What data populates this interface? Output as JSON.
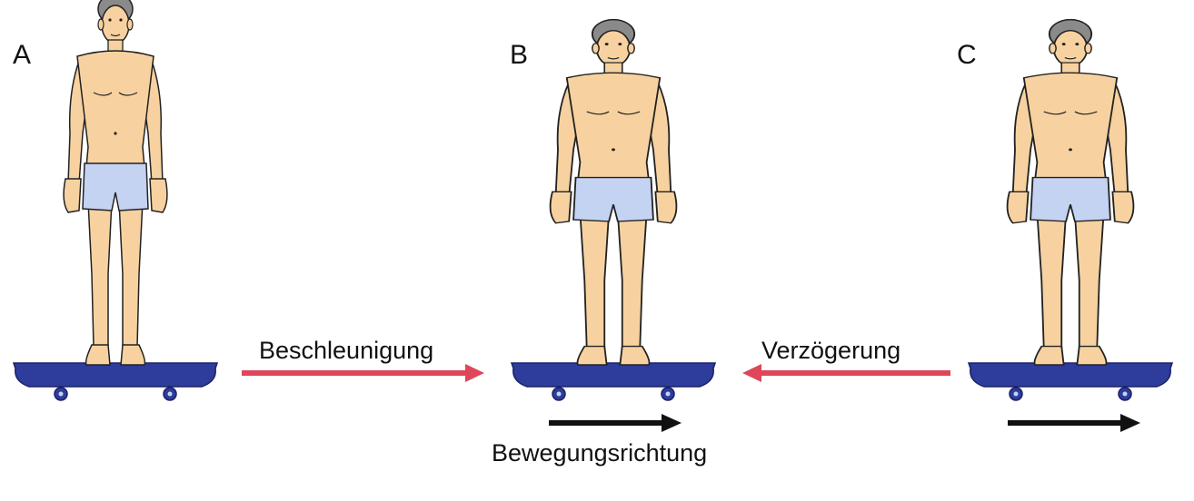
{
  "panels": [
    {
      "label": "A"
    },
    {
      "label": "B"
    },
    {
      "label": "C"
    }
  ],
  "arrows": {
    "acceleration_label": "Beschleunigung",
    "deceleration_label": "Verzögerung",
    "direction_label": "Bewegungsrichtung"
  },
  "colors": {
    "skin": "#f7d2a0",
    "shorts": "#c5d3f2",
    "hair": "#8a8a8a",
    "skateboard": "#2e3c9c",
    "force_arrow": "#e0465a",
    "motion_arrow": "#111111"
  }
}
